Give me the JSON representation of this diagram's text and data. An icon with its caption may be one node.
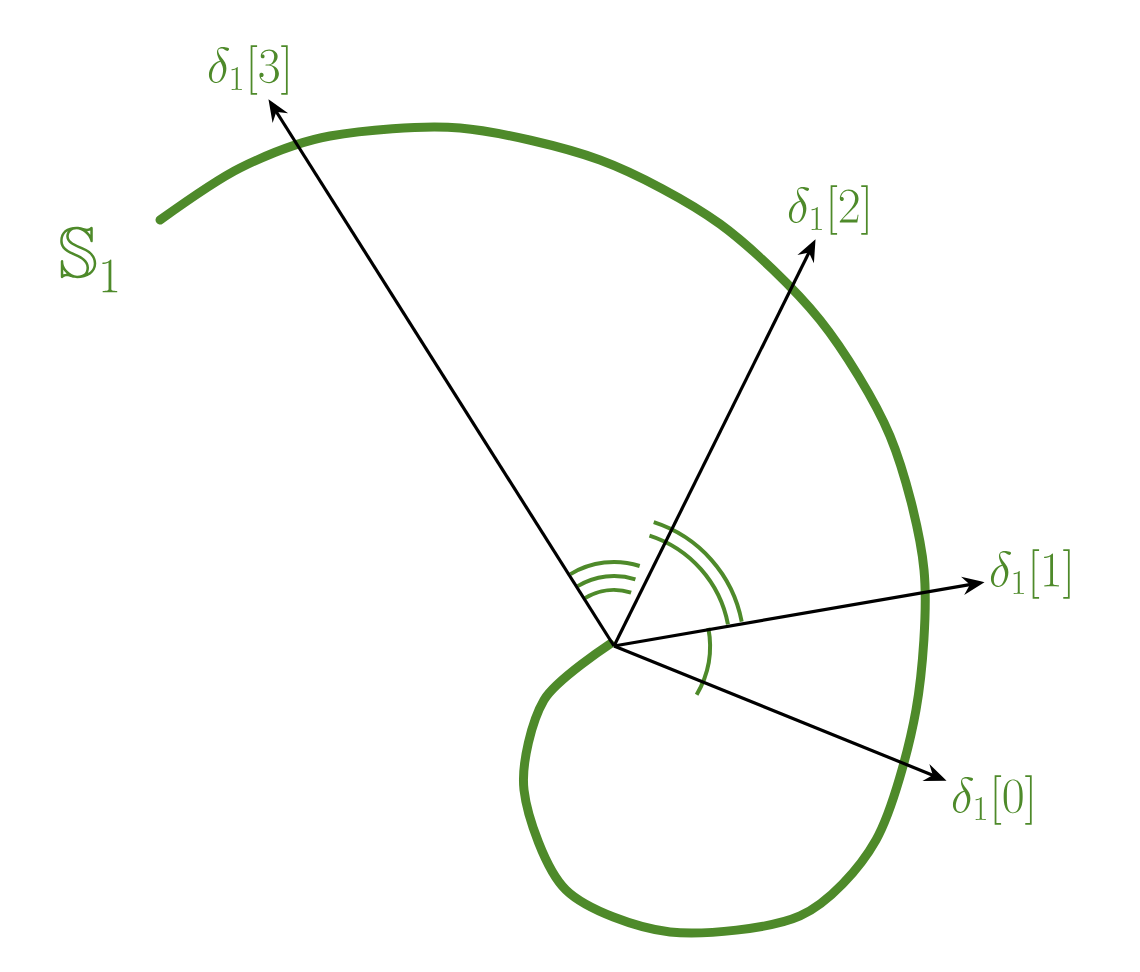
{
  "diagram": {
    "nodes": [
      {
        "text": [
          "\\delta_1[0]"
        ]
      },
      {
        "text": [
          "\\delta_1[1]"
        ]
      },
      {
        "text": [
          "\\delta_1[2]"
        ]
      },
      {
        "text": [
          "\\delta_1[3]"
        ]
      }
    ],
    "edges": [
      {
        "from": null,
        "to": 0,
        "arrow": "to"
      },
      {
        "from": null,
        "to": 1,
        "arrow": "to"
      },
      {
        "from": null,
        "to": 2,
        "arrow": "to"
      },
      {
        "from": null,
        "to": 3,
        "arrow": "to"
      }
    ],
    "labels": [
      "\\mathbb{S}_1"
    ]
  }
}
